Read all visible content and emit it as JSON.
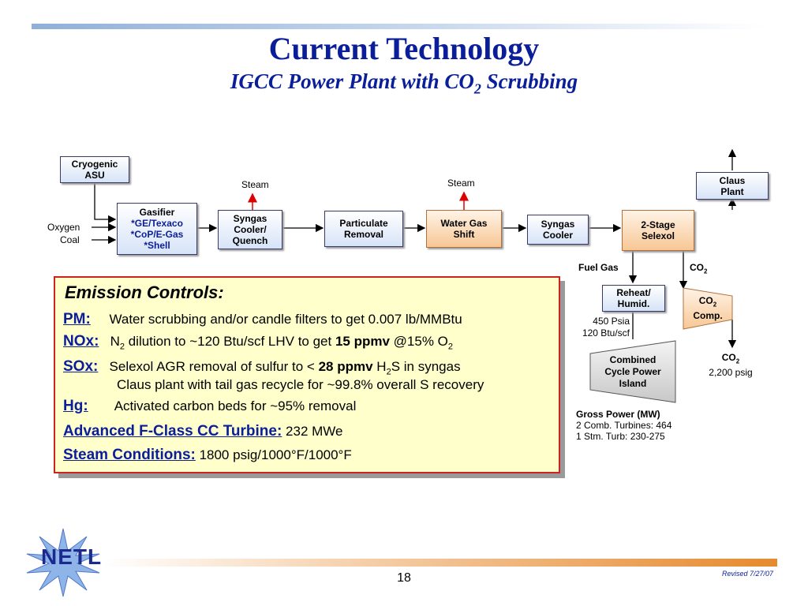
{
  "title": "Current Technology",
  "subtitle": {
    "main": "IGCC Power Plant with CO",
    "sub": "2",
    "tail": " Scrubbing"
  },
  "diagram": {
    "asu": [
      "Cryogenic",
      "ASU"
    ],
    "inputs": [
      "Oxygen",
      "Coal"
    ],
    "gasifier": {
      "title": "Gasifier",
      "options": [
        "*GE/Texaco",
        "*CoP/E-Gas",
        "*Shell"
      ]
    },
    "syngas_cooler_quench": [
      "Syngas",
      "Cooler/",
      "Quench"
    ],
    "particulate": [
      "Particulate",
      "Removal"
    ],
    "water_gas_shift": [
      "Water Gas",
      "Shift"
    ],
    "syngas_cooler": [
      "Syngas",
      "Cooler"
    ],
    "selexol": [
      "2-Stage",
      "Selexol"
    ],
    "claus": [
      "Claus",
      "Plant"
    ],
    "steam1": "Steam",
    "steam2": "Steam",
    "fuel_gas": "Fuel Gas",
    "co2_label": {
      "main": "CO",
      "sub": "2"
    },
    "reheat": [
      "Reheat/",
      "Humid."
    ],
    "co2_comp": {
      "l1": "CO",
      "sub": "2",
      "l2": "Comp."
    },
    "fuel_spec": [
      "450 Psia",
      "120 Btu/scf"
    ],
    "combined_cycle": [
      "Combined",
      "Cycle Power",
      "Island"
    ],
    "co2_out": {
      "main": "CO",
      "sub": "2",
      "psig": "2,200 psig"
    },
    "gross_power": {
      "title": "Gross Power (MW)",
      "l1": "2 Comb. Turbines: 464",
      "l2": "1 Stm. Turb: 230-275"
    }
  },
  "emission": {
    "title": "Emission Controls:",
    "pm": {
      "key": "PM:",
      "text": "Water scrubbing and/or candle filters to get 0.007 lb/MMBtu"
    },
    "nox": {
      "key": "NOx:",
      "n": "N",
      "nsub": "2",
      "t1": " dilution to ~120 Btu/scf LHV to get ",
      "bold": "15 ppmv",
      "t2": " @15% O",
      "osub": "2"
    },
    "sox": {
      "key": "SOx:",
      "t1": "Selexol AGR removal of sulfur to < ",
      "bold": "28 ppmv",
      "h": " H",
      "hsub": "2",
      "t2": "S in syngas",
      "line2": "Claus plant with tail gas recycle for ~99.8% overall S recovery"
    },
    "hg": {
      "key": "Hg:",
      "text": "Activated carbon beds for ~95% removal"
    },
    "turbine": {
      "key": "Advanced F-Class CC Turbine:",
      "text": " 232 MWe"
    },
    "steam": {
      "key": "Steam Conditions:",
      "text": " 1800 psig/1000°F/1000°F"
    }
  },
  "footer": {
    "page": "18",
    "revised": "Revised 7/27/07",
    "logo": "NETL"
  },
  "colors": {
    "title": "#0a1e9a",
    "emission_bg": "#ffffcc",
    "emission_border": "#cc2222",
    "steam_arrow": "#dd0000"
  }
}
